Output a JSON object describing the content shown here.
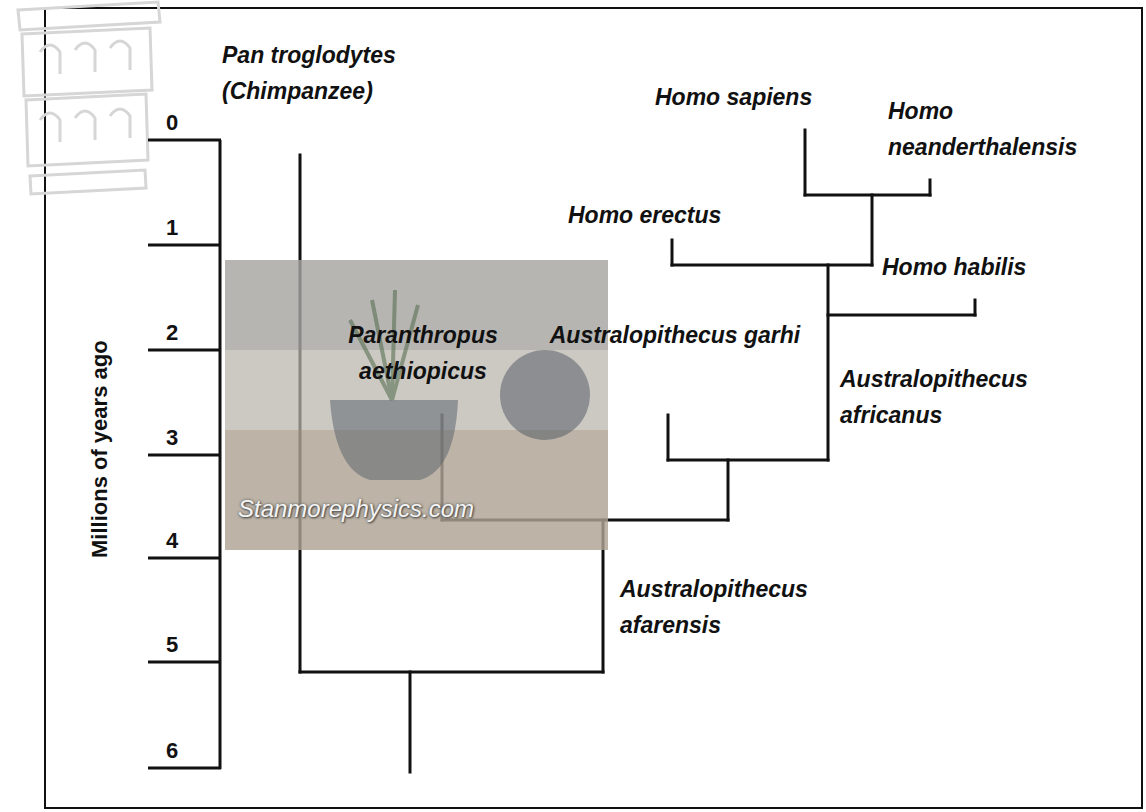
{
  "diagram": {
    "labels": [
      "Pan troglodytes (Chimpanzee)",
      "Homo sapiens",
      "Homo neanderthalensis",
      "Homo erectus",
      "Homo habilis",
      "Paranthropus aethiopicus",
      "Australopithecus garhi",
      "Australopithecus africanus",
      "Australopithecus afarensis",
      "Millions of years ago",
      "0",
      "1",
      "2",
      "3",
      "4",
      "5",
      "6",
      "Stanmorephysics.com"
    ]
  }
}
